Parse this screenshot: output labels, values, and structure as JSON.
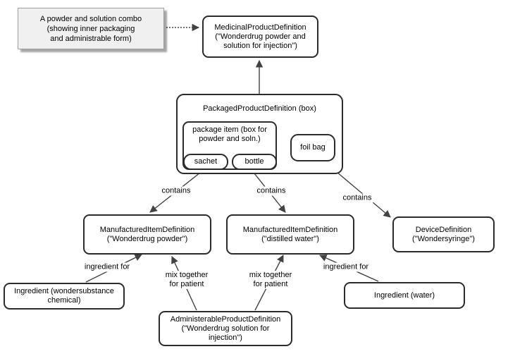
{
  "note": {
    "text": "A powder and solution combo\n(showing inner packaging\nand administrable form)"
  },
  "nodes": {
    "medicinal_product": "MedicinalProductDefinition\n(\"Wonderdrug powder and\nsolution for injection\")",
    "packaged_product": "PackagedProductDefinition (box)",
    "package_item": "package item (box for\npowder and soln.)",
    "sachet": "sachet",
    "bottle": "bottle",
    "foil_bag": "foil bag",
    "manufactured_item_powder": "ManufacturedItemDefinition\n(\"Wonderdrug powder\")",
    "manufactured_item_water": "ManufacturedItemDefinition\n(\"distilled water\")",
    "device": "DeviceDefinition\n(\"Wondersyringe\")",
    "ingredient_chemical": "Ingredient (wondersubstance\nchemical)",
    "administrable_product": "AdministerableProductDefinition\n(\"Wonderdrug solution for\ninjection\")",
    "ingredient_water": "Ingredient (water)"
  },
  "edge_labels": {
    "contains_1": "contains",
    "contains_2": "contains",
    "contains_3": "contains",
    "ingredient_for_left": "ingredient for",
    "ingredient_for_right": "ingredient for",
    "mix_together_left": "mix together\nfor patient",
    "mix_together_right": "mix together\nfor patient"
  },
  "colors": {
    "box_border": "#2b2b2b",
    "box_fill": "#ffffff",
    "note_fill": "#f0f0f0",
    "note_border": "#9e9e9e",
    "line": "#424242",
    "text": "#000000"
  }
}
